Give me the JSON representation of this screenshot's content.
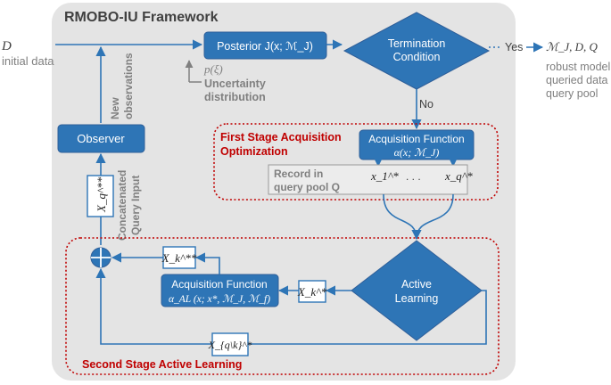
{
  "frame": {
    "title": "RMOBO-IU Framework"
  },
  "input": {
    "symbol": "D",
    "label": "initial data"
  },
  "posterior": {
    "label": "Posterior J(x; ℳ_J)"
  },
  "termination": {
    "line1": "Termination",
    "line2": "Condition"
  },
  "yes_label": "Yes",
  "no_label": "No",
  "outputs": {
    "symbols": "ℳ_J, D, Q",
    "lines": [
      "robust model",
      "queried data",
      "query pool"
    ]
  },
  "uncertainty": {
    "symbol": "p(ξ)",
    "line1": "Uncertainty",
    "line2": "distribution"
  },
  "new_obs": {
    "line1": "New",
    "line2": "observations"
  },
  "observer": {
    "label": "Observer"
  },
  "concat": {
    "line1": "Concatenated",
    "line2": "Query Input"
  },
  "xq_star2": "X_q^**",
  "stage1": {
    "title1": "First Stage Acquisition",
    "title2": "Optimization",
    "acq_label": "Acquisition Function",
    "acq_formula": "α(x; ℳ_J)",
    "record1": "Record in",
    "record2": "query pool Q",
    "x1": "x_1^*",
    "dots": ". . .",
    "xq": "x_q^*"
  },
  "stage2": {
    "title": "Second Stage Active Learning",
    "xk_star2": "X_k^**",
    "acq_label": "Acquisition Function",
    "acq_formula": "α_AL (x; x*, ℳ_J, ℳ_f)",
    "xk_star": "X_k^*",
    "active1": "Active",
    "active2": "Learning",
    "xq_minus_k": "X_{q\\k}^*"
  },
  "colors": {
    "frame_bg": "#e4e4e4",
    "box": "#2e75b6",
    "box_stroke": "#2f5f99",
    "arrow": "#2e75b6",
    "dotted": "#c00000",
    "stage_title": "#c00000",
    "grey_text": "#808080"
  }
}
